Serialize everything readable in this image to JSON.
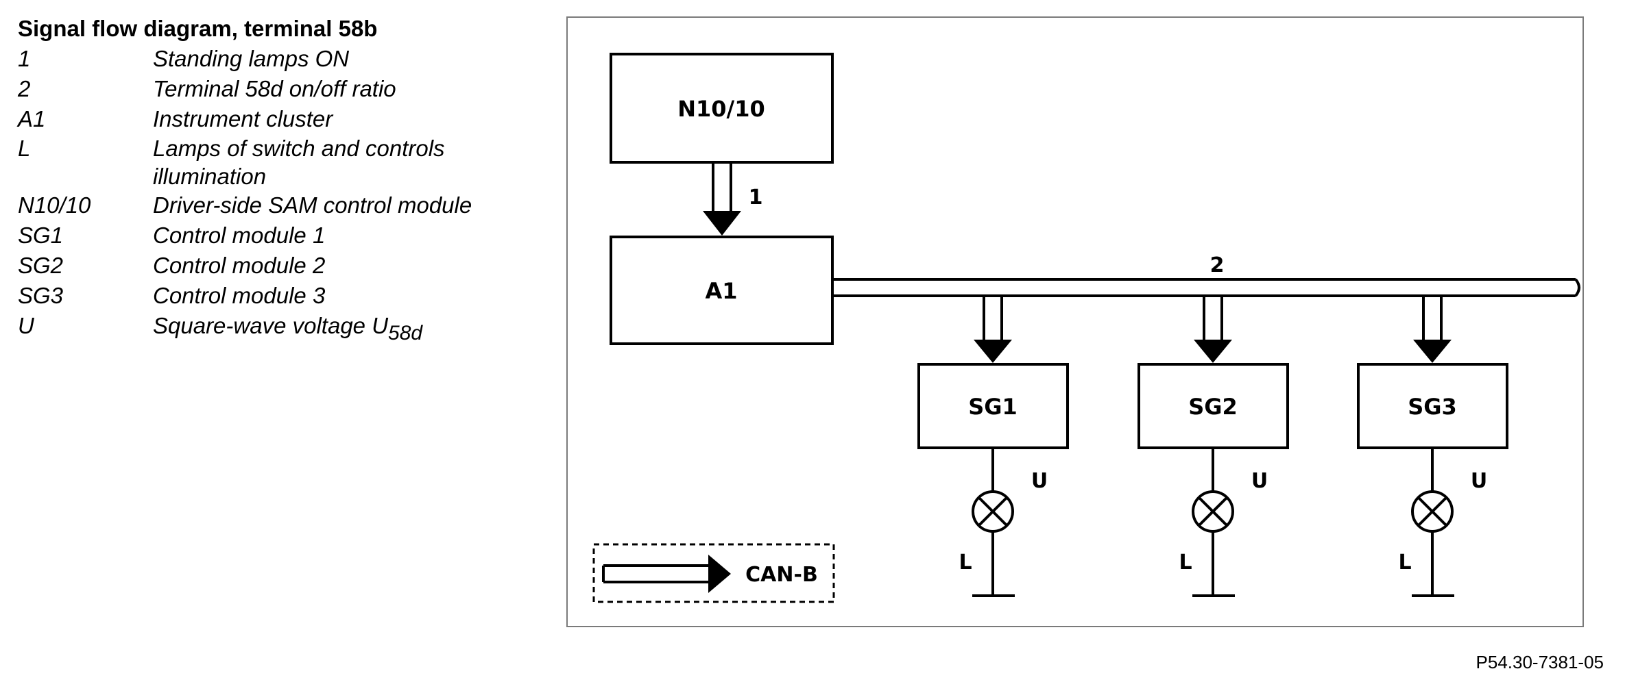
{
  "legend": {
    "title": "Signal flow diagram, terminal 58b",
    "items": [
      {
        "key": "1",
        "desc": "Standing lamps ON"
      },
      {
        "key": "2",
        "desc": "Terminal 58d on/off ratio"
      },
      {
        "key": "A1",
        "desc": "Instrument cluster"
      },
      {
        "key": "L",
        "desc": "Lamps of switch and controls illumination"
      },
      {
        "key": "N10/10",
        "desc": "Driver-side SAM control module"
      },
      {
        "key": "SG1",
        "desc": "Control module 1"
      },
      {
        "key": "SG2",
        "desc": "Control module 2"
      },
      {
        "key": "SG3",
        "desc": "Control module 3"
      },
      {
        "key": "U",
        "desc": "Square-wave voltage U",
        "desc_sub": "58d"
      }
    ]
  },
  "diagram": {
    "blocks": {
      "n10": "N10/10",
      "a1": "A1",
      "sg1": "SG1",
      "sg2": "SG2",
      "sg3": "SG3"
    },
    "signal_labels": {
      "one": "1",
      "two": "2"
    },
    "voltage_label": "U",
    "lamp_label": "L",
    "bus_legend": "CAN-B"
  },
  "figure_ref": "P54.30-7381-05"
}
